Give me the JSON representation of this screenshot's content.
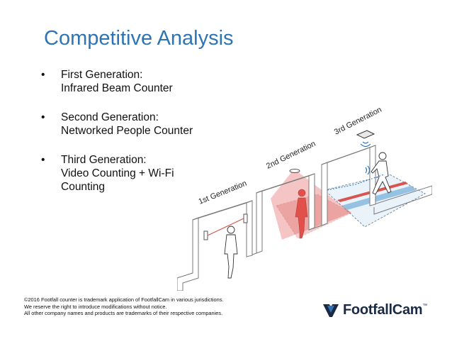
{
  "slide": {
    "title": "Competitive Analysis",
    "bullets": [
      {
        "marker": "•",
        "line1": "First Generation:",
        "line2": "Infrared Beam Counter",
        "line3": ""
      },
      {
        "marker": "•",
        "line1": "Second Generation:",
        "line2": "Networked People Counter",
        "line3": ""
      },
      {
        "marker": "•",
        "line1": "Third Generation:",
        "line2": "Video Counting + Wi-Fi",
        "line3": "Counting"
      }
    ]
  },
  "diagram": {
    "labels": {
      "gen1": "1st Generation",
      "gen2": "2nd Generation",
      "gen3": "3rd Generation"
    },
    "colors": {
      "wall": "#ffffff",
      "wall_stroke": "#7a7a7a",
      "beam": "#d9534f",
      "cone": "#e05a55",
      "person_red": "#e1504a",
      "floor_blue": "#7fb4dd",
      "floor_red": "#d9534f"
    }
  },
  "footer": {
    "lines": [
      "©2016 Footfall counter is trademark application of FootfallCam in various jurisdictions.",
      "We reserve the right to introduce modifications without notice.",
      "All other company names and products are trademarks of their respective companies."
    ]
  },
  "logo": {
    "text": "FootfallCam",
    "tm": "™",
    "icon": "footfallcam-logo-icon"
  }
}
